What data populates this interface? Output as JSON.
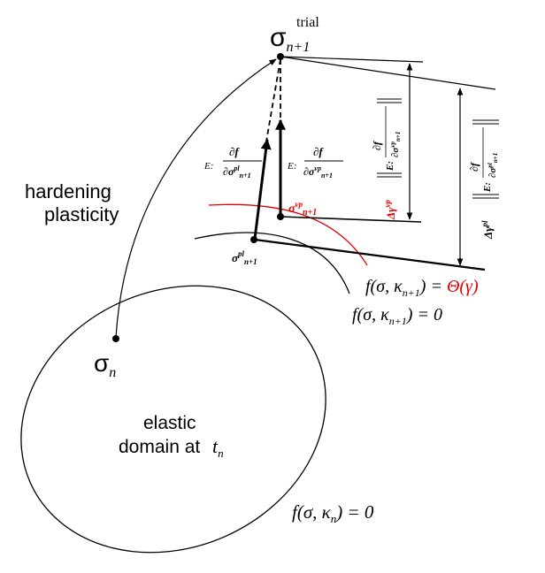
{
  "labels": {
    "sigma_trial_base": "σ",
    "sigma_trial_sub": "n+1",
    "sigma_trial_sup": "trial",
    "hardening_line1": "hardening",
    "hardening_line2": "plasticity",
    "sigma_n_base": "σ",
    "sigma_n_sub": "n",
    "elastic_line1": "elastic",
    "elastic_line2": "domain at",
    "elastic_tn_base": "t",
    "elastic_tn_sub": "n",
    "f_kn": "f(σ, κ",
    "f_kn_sub": "n",
    "f_kn_rest": ") = 0",
    "f_kn1_zero": "f(σ, κ",
    "f_kn1_zero_sub": "n+1",
    "f_kn1_zero_rest": ") = 0",
    "f_kn1_theta": "f(σ, κ",
    "f_kn1_theta_sub": "n+1",
    "f_kn1_theta_eq": ") = ",
    "theta": "Θ(γ)",
    "sigma_vp_base": "σ",
    "sigma_vp_sup": "vp",
    "sigma_vp_sub": "n+1",
    "sigma_pl_base": "σ",
    "sigma_pl_sup": "pl",
    "sigma_pl_sub": "n+1",
    "E_prefix": "E:",
    "df": "∂f",
    "dsigma_pl": "∂σ",
    "pl": "pl",
    "vp": "vp",
    "n1": "n+1",
    "delta_gamma_vp": "Δγ",
    "delta_gamma_pl": "Δγ"
  },
  "colors": {
    "ink": "#000000",
    "accent": "#e00000"
  }
}
